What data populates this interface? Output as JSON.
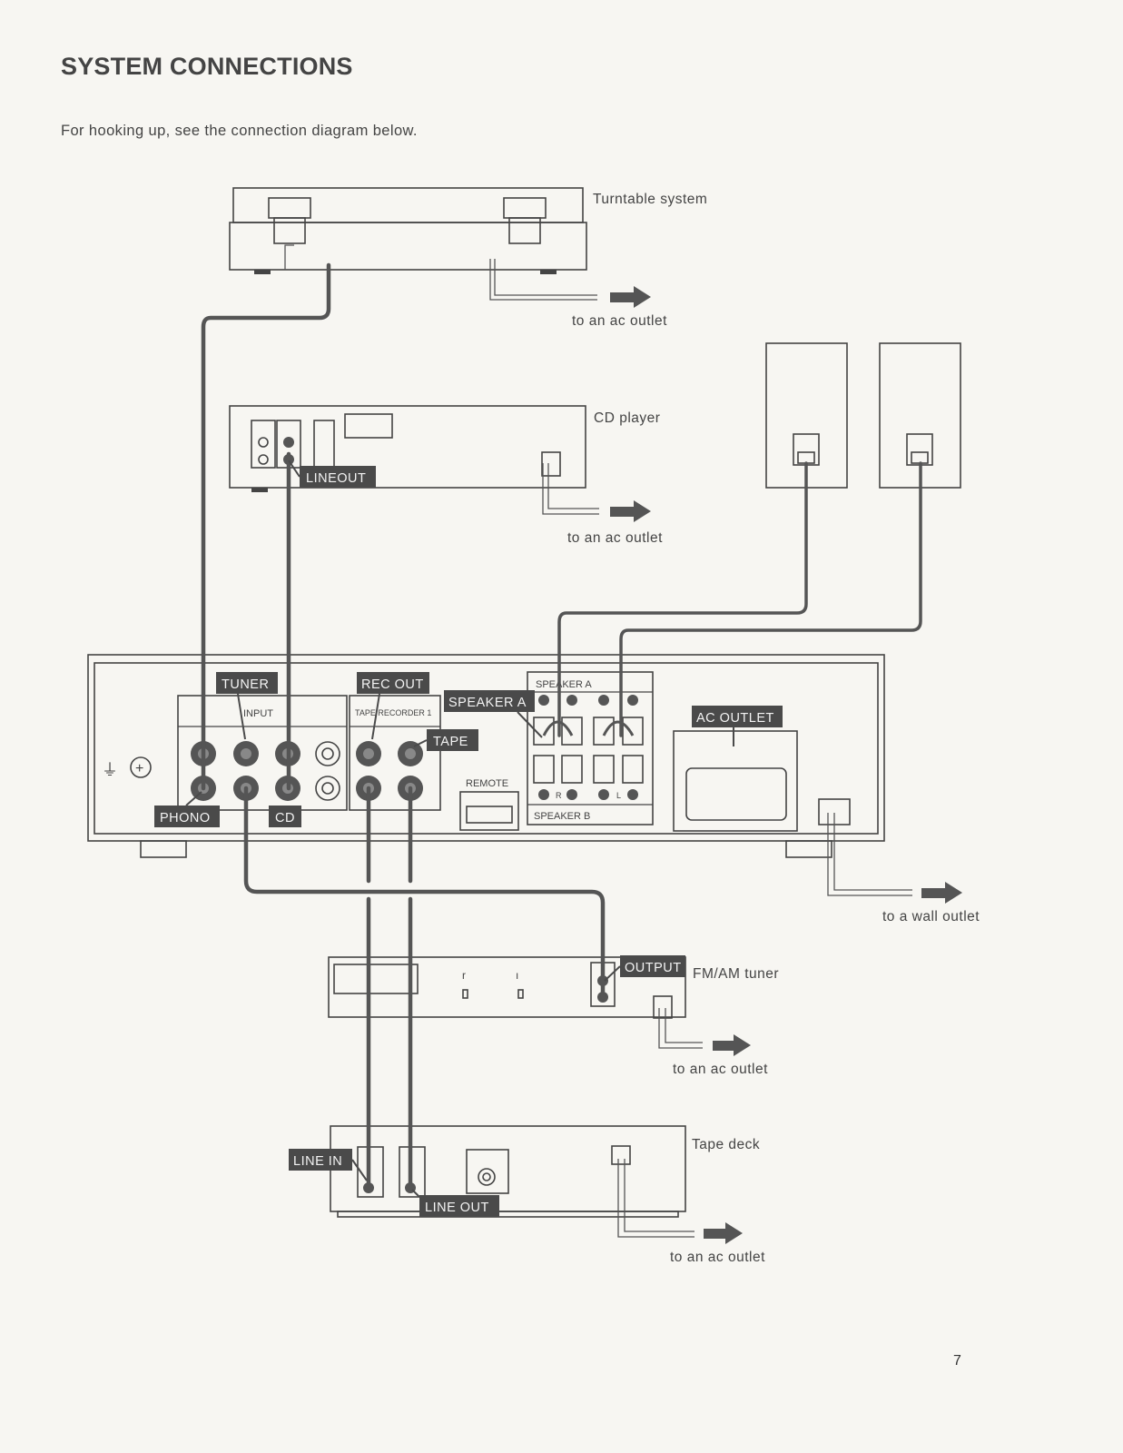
{
  "page": {
    "title": "SYSTEM CONNECTIONS",
    "intro": "For hooking up, see the connection diagram below.",
    "page_number": "7"
  },
  "devices": {
    "turntable": "Turntable system",
    "cd_player": "CD player",
    "tuner": "FM/AM tuner",
    "tape_deck": "Tape deck"
  },
  "outlets": {
    "turntable": "to an ac outlet",
    "cd": "to an ac outlet",
    "tuner": "to an ac outlet",
    "tape": "to an ac outlet",
    "amp": "to a wall outlet"
  },
  "amp_panel": {
    "input": "INPUT",
    "tape_recorder": "TAPE RECORDER 1",
    "speaker_a": "SPEAKER A",
    "speaker_b": "SPEAKER B",
    "remote": "REMOTE",
    "r": "R",
    "l": "L"
  },
  "tags": {
    "lineout": "LINEOUT",
    "tuner": "TUNER",
    "rec_out": "REC OUT",
    "speaker_a": "SPEAKER A",
    "tape": "TAPE",
    "ac_outlet": "AC OUTLET",
    "phono": "PHONO",
    "cd": "CD",
    "output": "OUTPUT",
    "line_in": "LINE IN",
    "line_out": "LINE OUT"
  }
}
